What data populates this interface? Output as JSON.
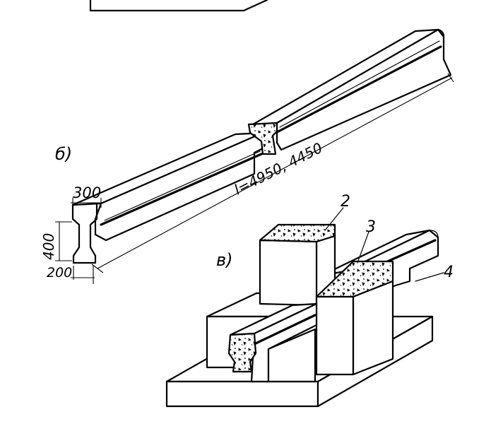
{
  "labels": {
    "part_b": "б)",
    "part_v": "в)",
    "dim_width": "300",
    "dim_height": "400",
    "dim_base": "200",
    "dim_length": "l=4950, 4450",
    "callout_2": "2",
    "callout_3": "3",
    "callout_4": "4"
  }
}
